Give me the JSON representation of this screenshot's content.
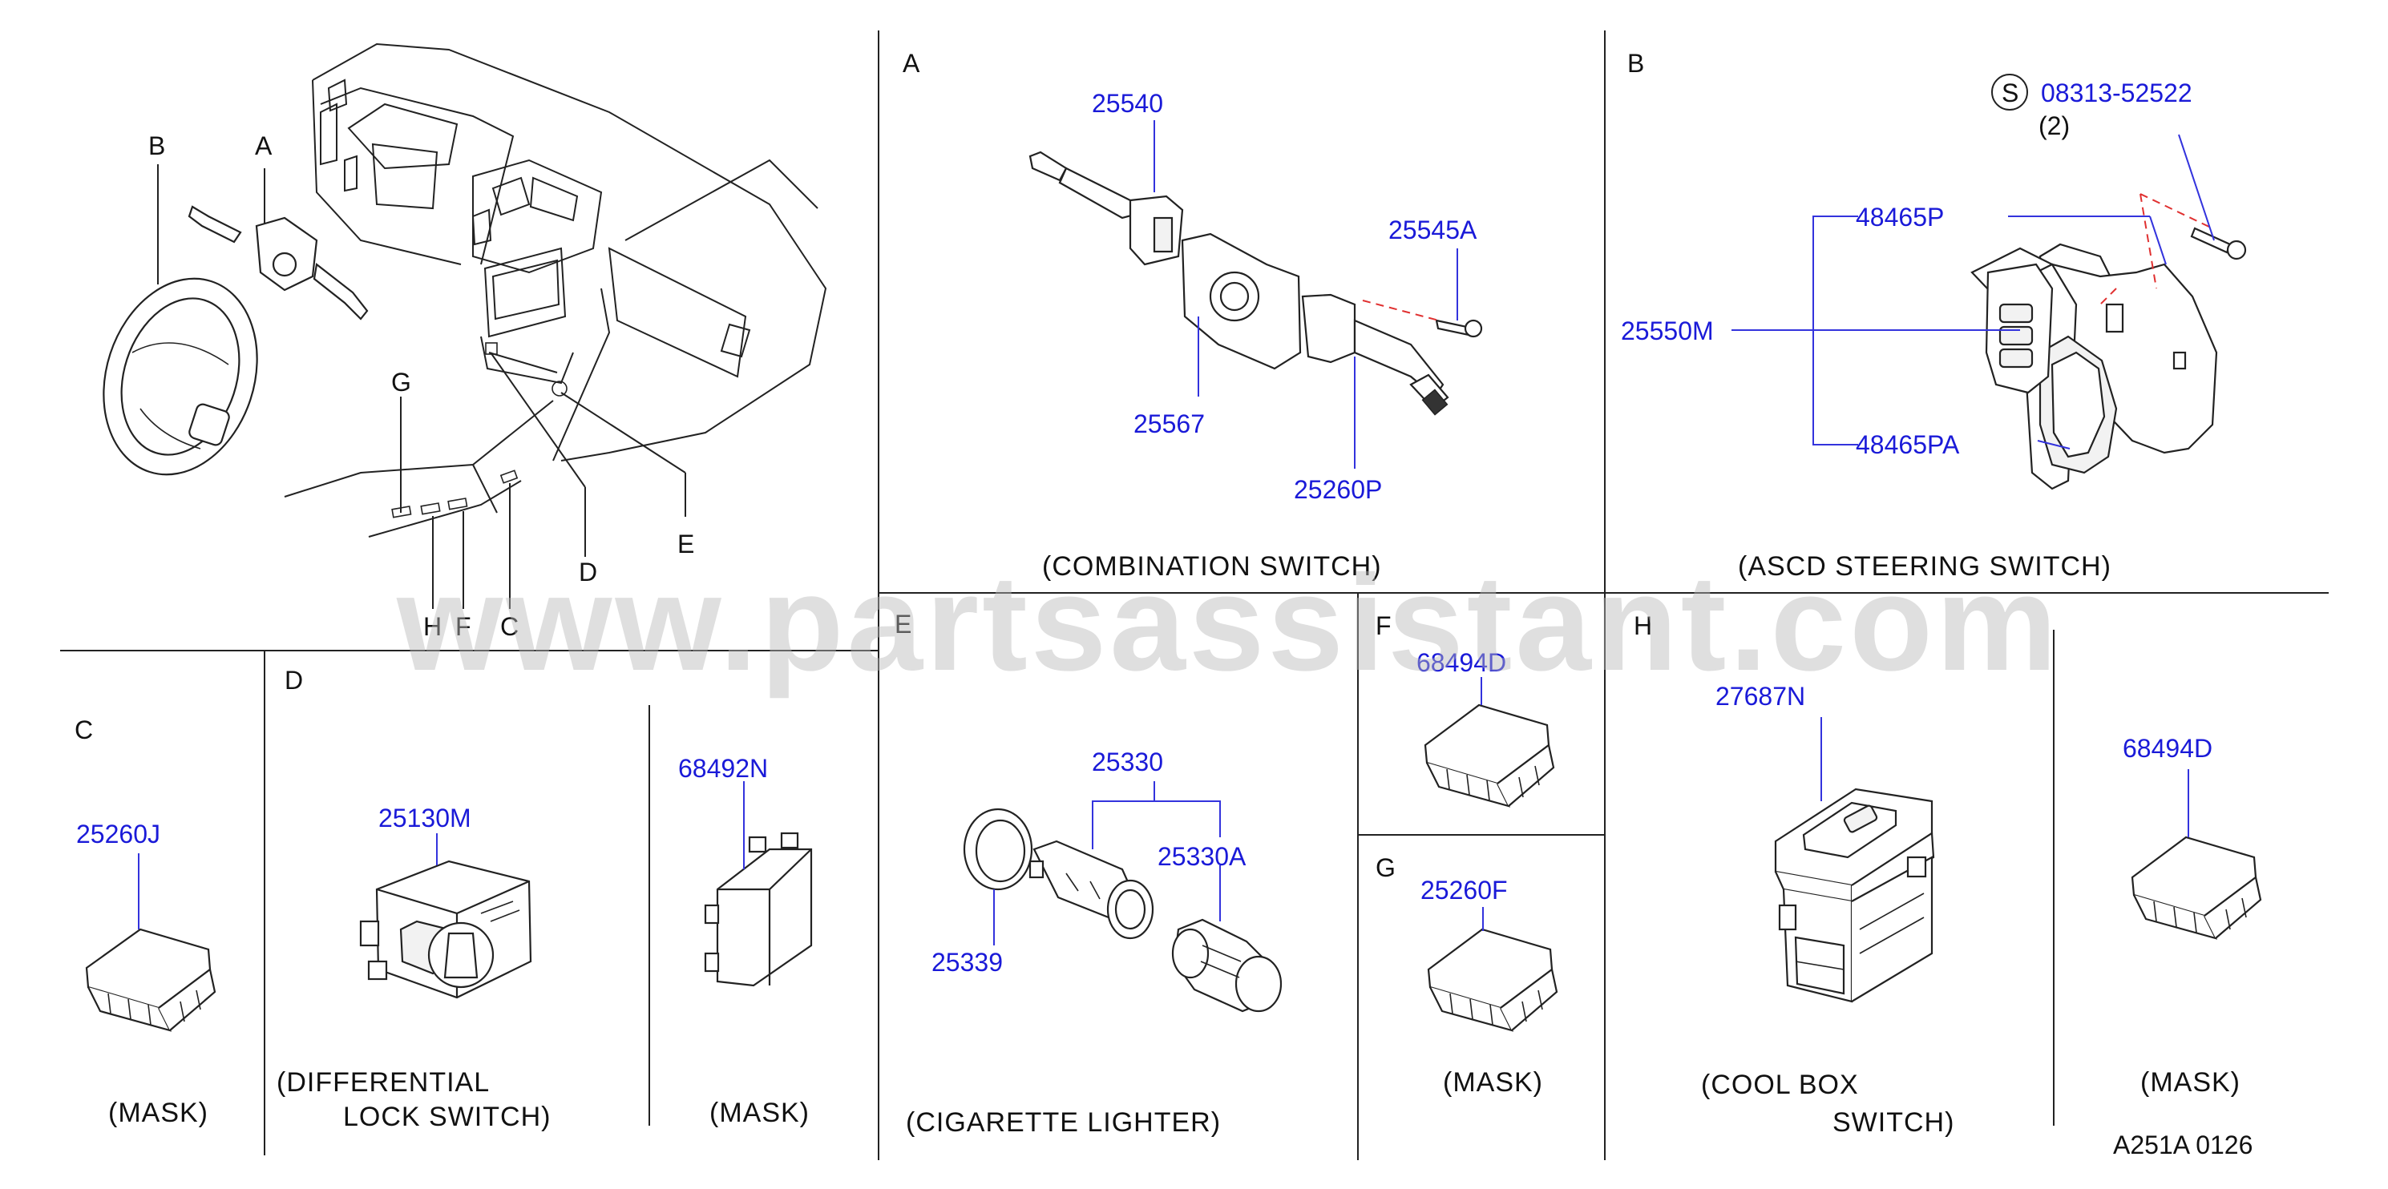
{
  "overview_labels": [
    "B",
    "A",
    "G",
    "D",
    "E",
    "H",
    "F",
    "C"
  ],
  "section_letters": {
    "A": "A",
    "B": "B",
    "C": "C",
    "D": "D",
    "E": "E",
    "F": "F",
    "G": "G",
    "H": "H"
  },
  "captions": {
    "combination_switch": "(COMBINATION   SWITCH)",
    "ascd_switch": "(ASCD   STEERING   SWITCH)",
    "c_mask": "(MASK)",
    "diff_lock_line1": "(DIFFERENTIAL",
    "diff_lock_line2": "LOCK   SWITCH)",
    "d_mask": "(MASK)",
    "cigarette_lighter": "(CIGARETTE   LIGHTER)",
    "g_mask": "(MASK)",
    "cool_box_line1": "(COOL   BOX",
    "cool_box_line2": "SWITCH)",
    "h_mask": "(MASK)"
  },
  "part_numbers": {
    "a_25540": "25540",
    "a_25545a": "25545A",
    "a_25567": "25567",
    "a_25260p": "25260P",
    "b_screw": "08313-52522",
    "b_screw_qty": "(2)",
    "b_symbol": "S",
    "b_48465p": "48465P",
    "b_25550m": "25550M",
    "b_48465pa": "48465PA",
    "c_25260j": "25260J",
    "d_25130m": "25130M",
    "d_68492n": "68492N",
    "e_25330": "25330",
    "e_25330a": "25330A",
    "e_25339": "25339",
    "f_68494d": "68494D",
    "g_25260f": "25260F",
    "h_27687n": "27687N",
    "h_68494d": "68494D"
  },
  "drawing_code": "A251A   0126",
  "watermark": "www.partsassistant.com",
  "colors": {
    "part_number": "#1a1ad8",
    "text": "#111111",
    "line": "#222222",
    "dash": "#e03030",
    "watermark": "#b8b8b8"
  }
}
